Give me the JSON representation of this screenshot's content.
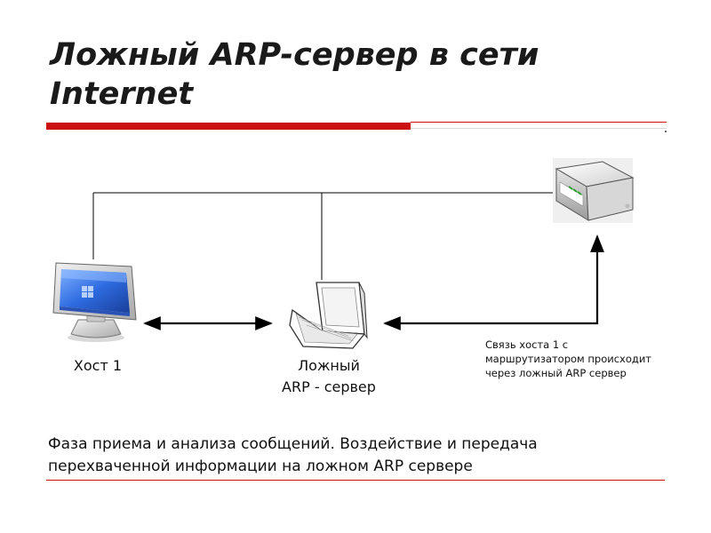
{
  "title": {
    "line1": "Ложный ARP-сервер в сети",
    "line2": "Internet"
  },
  "nodes": {
    "host": {
      "label": "Хост 1",
      "icon": "desktop-computer-icon"
    },
    "fake_arp": {
      "label_line1": "Ложный",
      "label_line2": "ARP - сервер",
      "icon": "laptop-icon"
    },
    "router": {
      "icon": "router-icon"
    }
  },
  "note": {
    "line1": "Связь хоста 1 с",
    "line2": "маршрутизатором происходит",
    "line3": "через ложный ARP сервер"
  },
  "phase": {
    "line1": "Фаза приема и анализа сообщений. Воздействие и передача",
    "line2": "перехваченной информации на ложном ARP сервере"
  },
  "colors": {
    "accent": "#cc1111",
    "line": "#000000"
  }
}
